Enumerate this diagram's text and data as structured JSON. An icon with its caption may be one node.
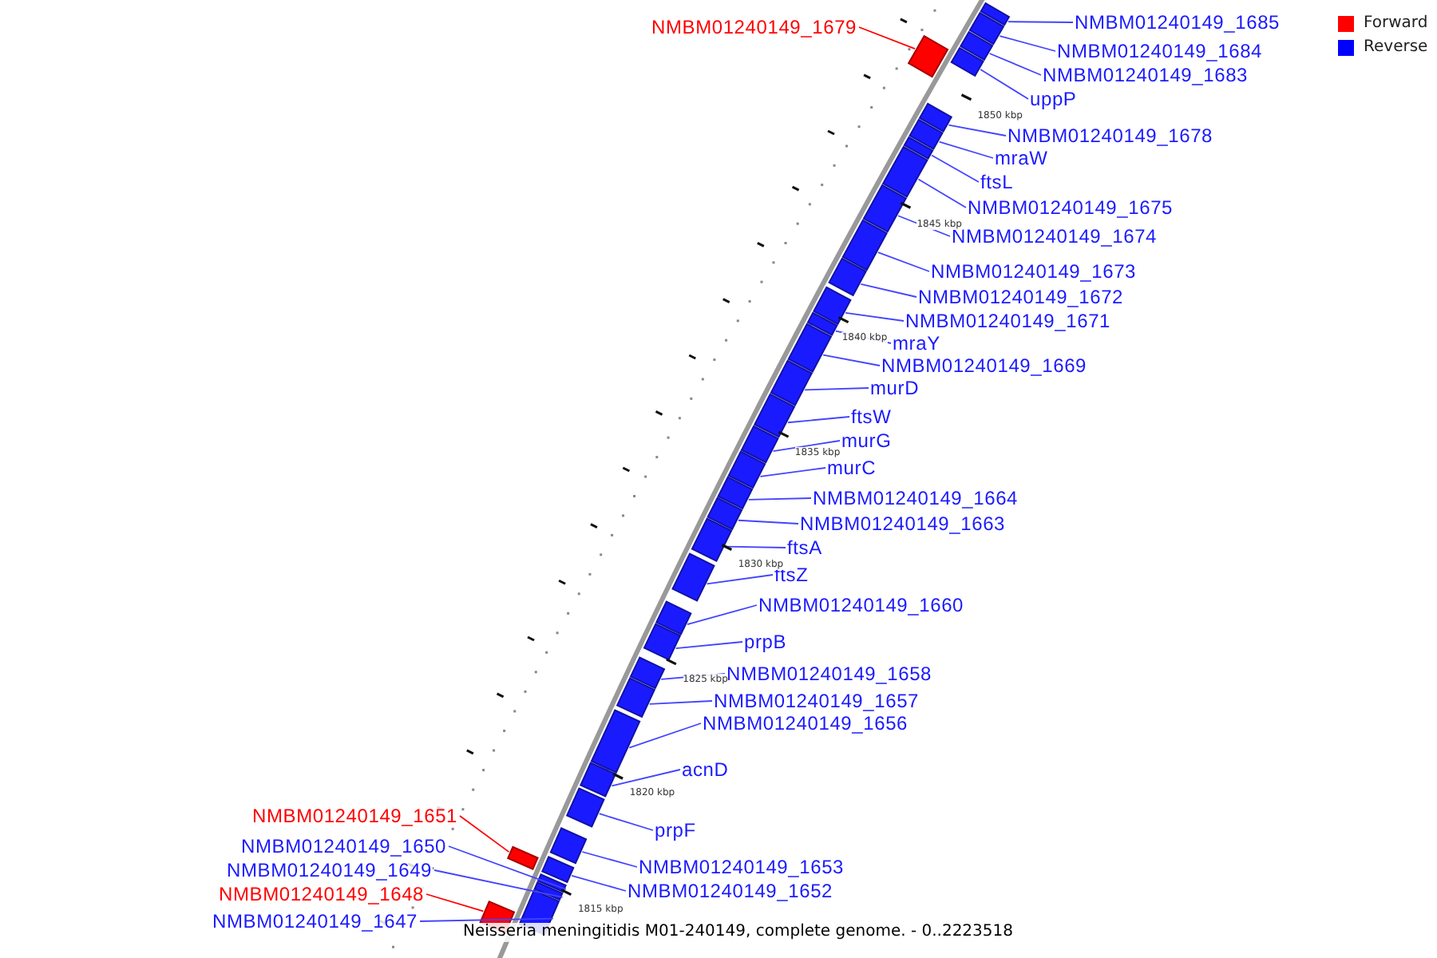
{
  "diagram": {
    "caption": "Neisseria meningitidis M01-240149, complete genome. - 0..2223518",
    "nodes": [
      {
        "text": [
          "NMBM01240149_1685"
        ]
      },
      {
        "text": [
          "NMBM01240149_1679"
        ]
      },
      {
        "text": [
          "NMBM01240149_1684"
        ]
      },
      {
        "text": [
          "NMBM01240149_1683"
        ]
      },
      {
        "text": [
          "uppP"
        ]
      },
      {
        "text": [
          "NMBM01240149_1678"
        ]
      },
      {
        "text": [
          "mraW"
        ]
      },
      {
        "text": [
          "ftsL"
        ]
      },
      {
        "text": [
          "NMBM01240149_1675"
        ]
      },
      {
        "text": [
          "NMBM01240149_1674"
        ]
      },
      {
        "text": [
          "NMBM01240149_1673"
        ]
      },
      {
        "text": [
          "NMBM01240149_1672"
        ]
      },
      {
        "text": [
          "NMBM01240149_1671"
        ]
      },
      {
        "text": [
          "mraY"
        ]
      },
      {
        "text": [
          "NMBM01240149_1669"
        ]
      },
      {
        "text": [
          "murD"
        ]
      },
      {
        "text": [
          "ftsW"
        ]
      },
      {
        "text": [
          "murG"
        ]
      },
      {
        "text": [
          "murC"
        ]
      },
      {
        "text": [
          "NMBM01240149_1664"
        ]
      },
      {
        "text": [
          "NMBM01240149_1663"
        ]
      },
      {
        "text": [
          "ftsA"
        ]
      },
      {
        "text": [
          "ftsZ"
        ]
      },
      {
        "text": [
          "NMBM01240149_1660"
        ]
      },
      {
        "text": [
          "prpB"
        ]
      },
      {
        "text": [
          "NMBM01240149_1658"
        ]
      },
      {
        "text": [
          "NMBM01240149_1657"
        ]
      },
      {
        "text": [
          "NMBM01240149_1656"
        ]
      },
      {
        "text": [
          "acnD"
        ]
      },
      {
        "text": [
          "NMBM01240149_1651"
        ]
      },
      {
        "text": [
          "prpF"
        ]
      },
      {
        "text": [
          "NMBM01240149_1650"
        ]
      },
      {
        "text": [
          "NMBM01240149_1653"
        ]
      },
      {
        "text": [
          "NMBM01240149_1649"
        ]
      },
      {
        "text": [
          "NMBM01240149_1652"
        ]
      },
      {
        "text": [
          "NMBM01240149_1648"
        ]
      },
      {
        "text": [
          "NMBM01240149_1647"
        ]
      },
      {
        "text": [],
        "shape": "box"
      },
      {
        "text": [],
        "shape": "box"
      },
      {
        "text": [],
        "shape": "box"
      },
      {
        "text": [],
        "shape": "box"
      },
      {
        "text": [],
        "shape": "box"
      },
      {
        "text": [],
        "shape": "box"
      },
      {
        "text": [],
        "shape": "box"
      },
      {
        "text": [],
        "shape": "box"
      },
      {
        "text": [],
        "shape": "box"
      },
      {
        "text": [],
        "shape": "box"
      },
      {
        "text": [],
        "shape": "box"
      },
      {
        "text": [],
        "shape": "box"
      },
      {
        "text": [],
        "shape": "box"
      },
      {
        "text": [],
        "shape": "box"
      },
      {
        "text": [],
        "shape": "box"
      },
      {
        "text": [],
        "shape": "box"
      },
      {
        "text": [],
        "shape": "box"
      },
      {
        "text": [],
        "shape": "box"
      },
      {
        "text": [],
        "shape": "box"
      },
      {
        "text": [],
        "shape": "box"
      },
      {
        "text": [],
        "shape": "box"
      },
      {
        "text": [],
        "shape": "box"
      },
      {
        "text": [],
        "shape": "box"
      },
      {
        "text": [],
        "shape": "box"
      },
      {
        "text": [],
        "shape": "box"
      },
      {
        "text": [],
        "shape": "box"
      },
      {
        "text": [],
        "shape": "box"
      },
      {
        "text": [],
        "shape": "box"
      },
      {
        "text": [],
        "shape": "box"
      },
      {
        "text": [],
        "shape": "box"
      },
      {
        "text": [],
        "shape": "box"
      },
      {
        "text": [],
        "shape": "box"
      },
      {
        "text": [],
        "shape": "box"
      },
      {
        "text": [],
        "shape": "box"
      },
      {
        "text": [],
        "shape": "box"
      },
      {
        "text": [],
        "shape": "box"
      },
      {
        "text": [],
        "shape": "box"
      }
    ],
    "edges": [
      {
        "from": 0,
        "to": 37,
        "arrow": "none"
      },
      {
        "from": 1,
        "to": 38,
        "arrow": "none",
        "color": "#ff0000"
      },
      {
        "from": 2,
        "to": 39,
        "arrow": "none"
      },
      {
        "from": 3,
        "to": 40,
        "arrow": "none"
      },
      {
        "from": 4,
        "to": 41,
        "arrow": "none"
      },
      {
        "from": 5,
        "to": 42,
        "arrow": "none"
      },
      {
        "from": 6,
        "to": 43,
        "arrow": "none"
      },
      {
        "from": 7,
        "to": 44,
        "arrow": "none"
      },
      {
        "from": 8,
        "to": 45,
        "arrow": "none"
      },
      {
        "from": 9,
        "to": 46,
        "arrow": "none"
      },
      {
        "from": 10,
        "to": 47,
        "arrow": "none"
      },
      {
        "from": 11,
        "to": 48,
        "arrow": "none"
      },
      {
        "from": 12,
        "to": 49,
        "arrow": "none"
      },
      {
        "from": 13,
        "to": 50,
        "arrow": "none"
      },
      {
        "from": 14,
        "to": 51,
        "arrow": "none"
      },
      {
        "from": 15,
        "to": 52,
        "arrow": "none"
      },
      {
        "from": 16,
        "to": 53,
        "arrow": "none"
      },
      {
        "from": 17,
        "to": 54,
        "arrow": "none"
      },
      {
        "from": 18,
        "to": 55,
        "arrow": "none"
      },
      {
        "from": 19,
        "to": 56,
        "arrow": "none"
      },
      {
        "from": 20,
        "to": 57,
        "arrow": "none"
      },
      {
        "from": 21,
        "to": 58,
        "arrow": "none"
      },
      {
        "from": 22,
        "to": 59,
        "arrow": "none"
      },
      {
        "from": 23,
        "to": 60,
        "arrow": "none"
      },
      {
        "from": 24,
        "to": 61,
        "arrow": "none"
      },
      {
        "from": 25,
        "to": 62,
        "arrow": "none"
      },
      {
        "from": 26,
        "to": 63,
        "arrow": "none"
      },
      {
        "from": 27,
        "to": 64,
        "arrow": "none"
      },
      {
        "from": 28,
        "to": 65,
        "arrow": "none"
      },
      {
        "from": 29,
        "to": 66,
        "arrow": "none",
        "color": "#ff0000"
      },
      {
        "from": 30,
        "to": 67,
        "arrow": "none"
      },
      {
        "from": 31,
        "to": 68,
        "arrow": "none"
      },
      {
        "from": 32,
        "to": 69,
        "arrow": "none"
      },
      {
        "from": 33,
        "to": 70,
        "arrow": "none"
      },
      {
        "from": 34,
        "to": 71,
        "arrow": "none"
      },
      {
        "from": 35,
        "to": 72,
        "arrow": "none",
        "color": "#ff0000"
      },
      {
        "from": 36,
        "to": 73,
        "arrow": "none"
      }
    ],
    "labels": [
      "1850 kbp",
      "1845 kbp",
      "1840 kbp",
      "1835 kbp",
      "1830 kbp",
      "1825 kbp",
      "1820 kbp",
      "1815 kbp"
    ],
    "legend": [
      {
        "text": "Forward",
        "color": "#ff0000"
      },
      {
        "text": "Reverse",
        "color": "#0000ff"
      }
    ]
  }
}
